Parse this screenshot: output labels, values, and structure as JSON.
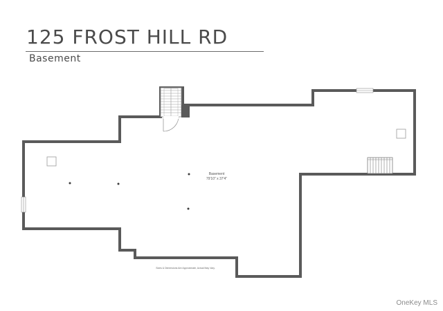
{
  "header": {
    "title": "125 FROST HILL RD",
    "subtitle": "Basement"
  },
  "plan": {
    "room": {
      "name": "Basement",
      "dimensions": "79'10\" x 37'4\""
    },
    "disclaimer": "Sizes & Dimensions Are Approximate, Actual May Vary."
  },
  "watermark": "OneKey MLS",
  "colors": {
    "wall": "#5a5a5a",
    "text": "#4a4a4a",
    "background": "#ffffff"
  }
}
